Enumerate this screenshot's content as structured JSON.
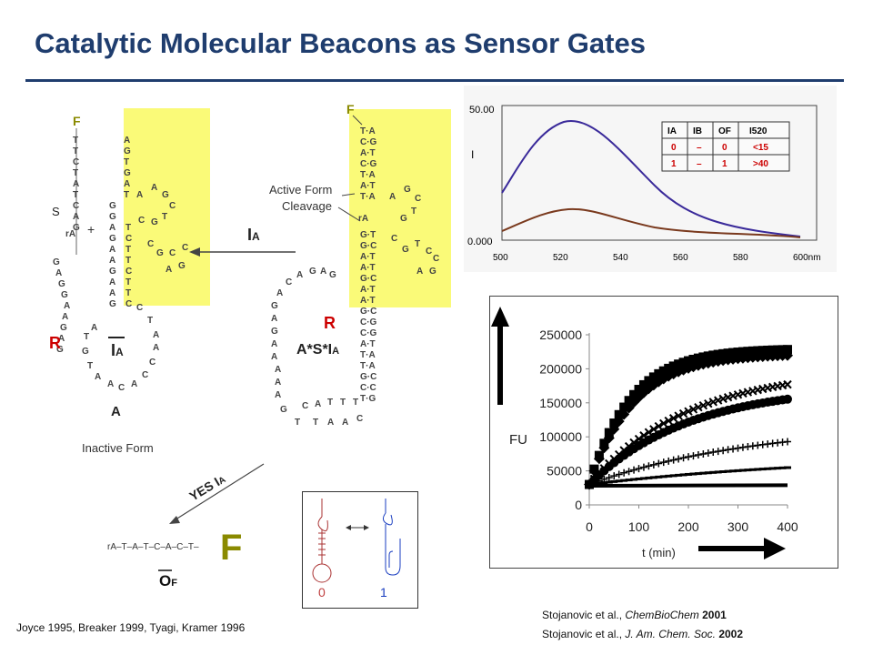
{
  "title": "Catalytic Molecular Beacons as Sensor Gates",
  "colors": {
    "title": "#1f3d6e",
    "yellow_box": "#fafa78",
    "fluor": "#8a8a00",
    "quench": "#cc0000",
    "blue_curve": "#3a2a9a",
    "brown_curve": "#7a3a1e"
  },
  "diagram": {
    "fluor_label": "F",
    "substrate_label": "S",
    "plus": "+",
    "cleavage_site": "rA",
    "quencher_label": "R",
    "inputs": {
      "ia": "I",
      "ia_sub": "A",
      "ias": "A*S*I",
      "ias_sub": "A"
    },
    "complex_A": "A",
    "inactive_form": "Inactive Form",
    "active_form": "Active Form",
    "cleavage": "Cleavage",
    "arrow_label": "I",
    "arrow_label_sub": "A",
    "yes_label": "YES I",
    "yes_sub": "A",
    "product_seq": "rA–T–A–T–C–A–C–T–",
    "product_f": "F",
    "output": "O",
    "output_sub": "F",
    "cartoon_left_value": "0",
    "cartoon_right_value": "1"
  },
  "left_strand": [
    "G",
    "A",
    "C",
    "T",
    "A",
    "T",
    "C",
    "T",
    "T",
    "F"
  ],
  "left_tail": [
    "G",
    "A",
    "G",
    "G",
    "A",
    "A",
    "G",
    "A",
    "G"
  ],
  "spectrum": {
    "y_top": "50.00",
    "y_label": "I",
    "y_bottom": "0.000",
    "x_ticks": [
      "500",
      "520",
      "540",
      "560",
      "580",
      "600nm"
    ],
    "table_headers": [
      "IA",
      "IB",
      "OF",
      "I520"
    ],
    "table_rows": [
      [
        "0",
        "–",
        "0",
        "<15"
      ],
      [
        "1",
        "–",
        "1",
        ">40"
      ]
    ]
  },
  "chart_data": {
    "type": "scatter",
    "xlabel": "t (min)",
    "ylabel": "FU",
    "xlim": [
      0,
      400
    ],
    "ylim": [
      0,
      250000
    ],
    "x_ticks": [
      "0",
      "100",
      "200",
      "300",
      "400"
    ],
    "y_ticks": [
      "0",
      "50000",
      "100000",
      "150000",
      "200000",
      "250000"
    ],
    "series": [
      {
        "marker": "square",
        "plateau": 230000,
        "rate": 0.012,
        "start": 30000
      },
      {
        "marker": "diamond",
        "plateau": 222000,
        "rate": 0.011,
        "start": 30000
      },
      {
        "marker": "x",
        "plateau": 200000,
        "rate": 0.005,
        "start": 30000
      },
      {
        "marker": "circle",
        "plateau": 175000,
        "rate": 0.005,
        "start": 30000
      },
      {
        "marker": "plus",
        "plateau": 120000,
        "rate": 0.003,
        "start": 30000
      },
      {
        "marker": "dash",
        "plateau": 75000,
        "rate": 0.002,
        "start": 30000
      },
      {
        "marker": "line",
        "plateau": 29000,
        "rate": 0.01,
        "start": 28000
      }
    ]
  },
  "references": {
    "left": "Joyce 1995, Breaker 1999, Tyagi, Kramer 1996",
    "right1_a": "Stojanovic et al., ",
    "right1_journal": "ChemBioChem",
    "right1_year": "2001",
    "right2_a": "Stojanovic et al., ",
    "right2_journal": "J. Am. Chem. Soc.",
    "right2_year": "2002"
  }
}
